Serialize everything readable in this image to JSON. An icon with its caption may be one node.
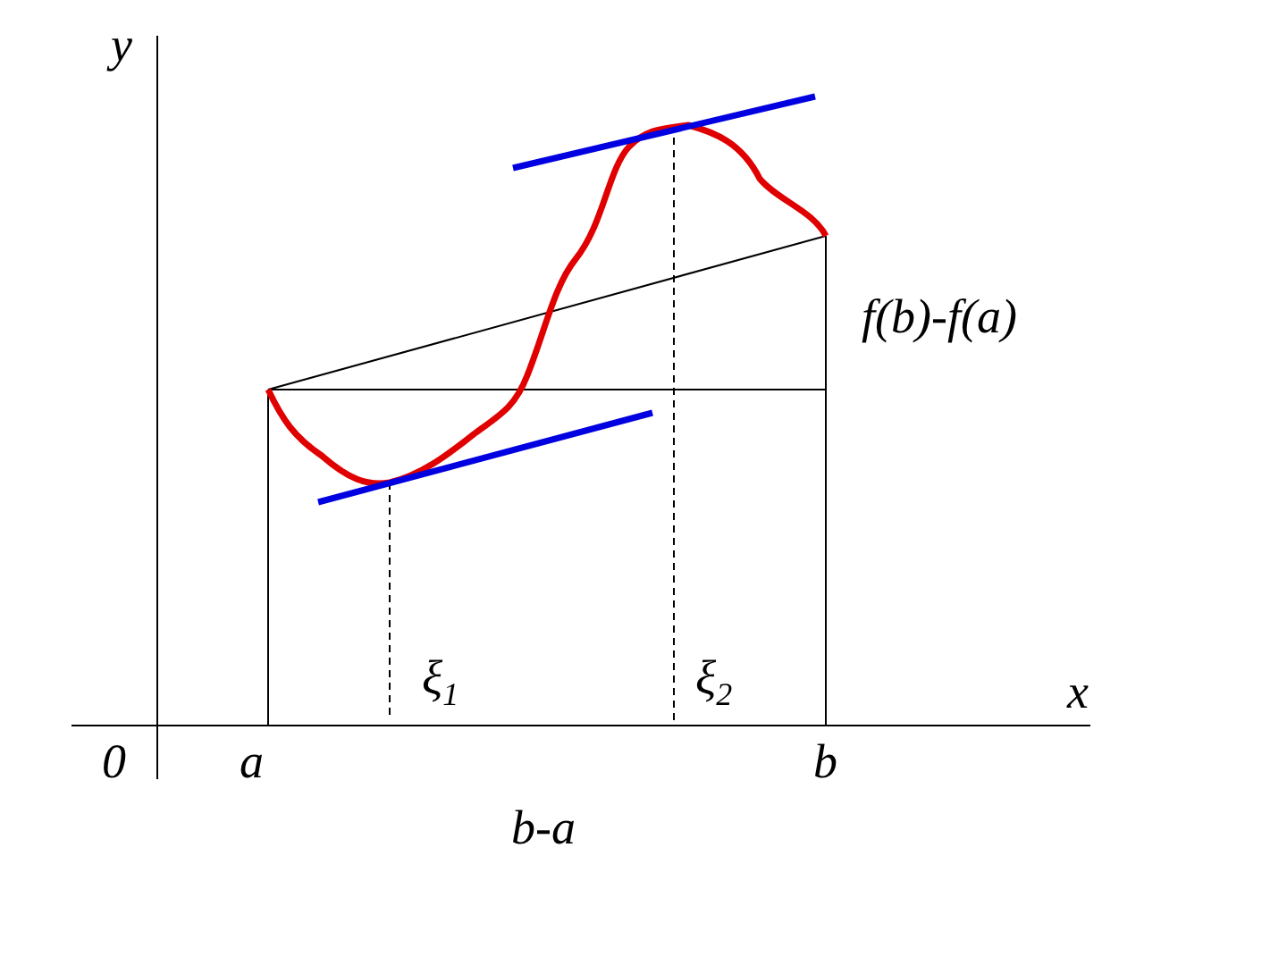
{
  "diagram": {
    "labels": [
      "y",
      "f(b)-f(a)",
      "ξ$_{1}$",
      "ξ$_{2}$",
      "x",
      "0",
      "a",
      "b",
      "b-a"
    ]
  }
}
